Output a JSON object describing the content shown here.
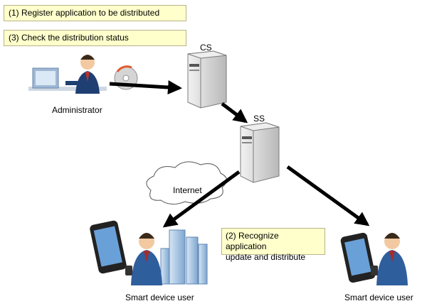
{
  "steps": {
    "step1": "(1) Register application to be distributed",
    "step3": "(3) Check the distribution status",
    "step2_line1": "(2) Recognize application",
    "step2_line2": "update and distribute"
  },
  "nodes": {
    "administrator": "Administrator",
    "cs": "CS",
    "ss": "SS",
    "internet": "Internet",
    "user_left": "Smart device user",
    "user_right": "Smart device user"
  },
  "colors": {
    "note_bg": "#ffffcc",
    "server_body": "#d9d9d9",
    "arrow": "#000000",
    "suit": "#2f5e9c"
  }
}
